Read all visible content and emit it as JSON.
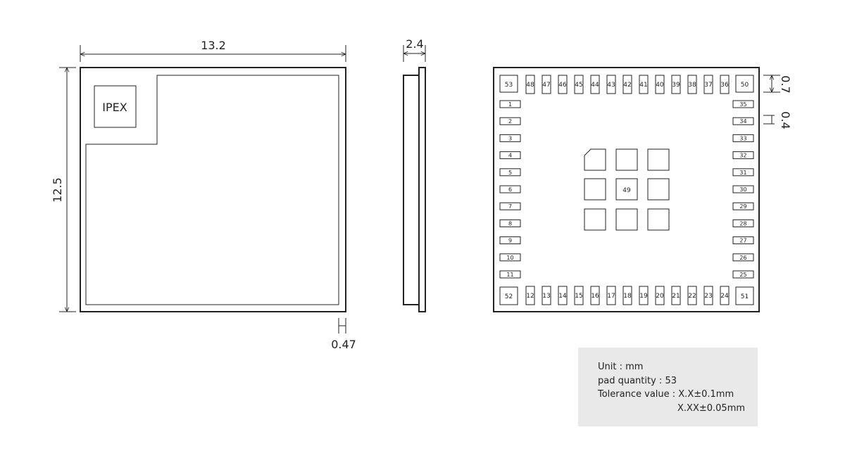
{
  "top_view": {
    "width_dim": "13.2",
    "height_dim": "12.5",
    "edge_dim": "0.47",
    "connector_label": "IPEX"
  },
  "side_view": {
    "thickness_dim": "2.4"
  },
  "bottom_view": {
    "pad_length_dim": "0.7",
    "pad_width_dim": "0.4",
    "center_pad_label": "49",
    "corner_pads": {
      "top_left": "53",
      "top_right": "50",
      "bottom_left": "52",
      "bottom_right": "51"
    },
    "left_pads": [
      "1",
      "2",
      "3",
      "4",
      "5",
      "6",
      "7",
      "8",
      "9",
      "10",
      "11"
    ],
    "bottom_pads": [
      "12",
      "13",
      "14",
      "15",
      "16",
      "17",
      "18",
      "19",
      "20",
      "21",
      "22",
      "23",
      "24"
    ],
    "right_pads": [
      "25",
      "26",
      "27",
      "28",
      "29",
      "30",
      "31",
      "32",
      "33",
      "34",
      "35"
    ],
    "top_pads": [
      "48",
      "47",
      "46",
      "45",
      "44",
      "43",
      "42",
      "41",
      "40",
      "39",
      "38",
      "37",
      "36"
    ]
  },
  "notes": {
    "unit_label": "Unit : mm",
    "pad_quantity_label": "pad quantity : 53",
    "tolerance_label": "Tolerance value : X.X±0.1mm",
    "tolerance_label_2": "X.XX±0.05mm"
  }
}
